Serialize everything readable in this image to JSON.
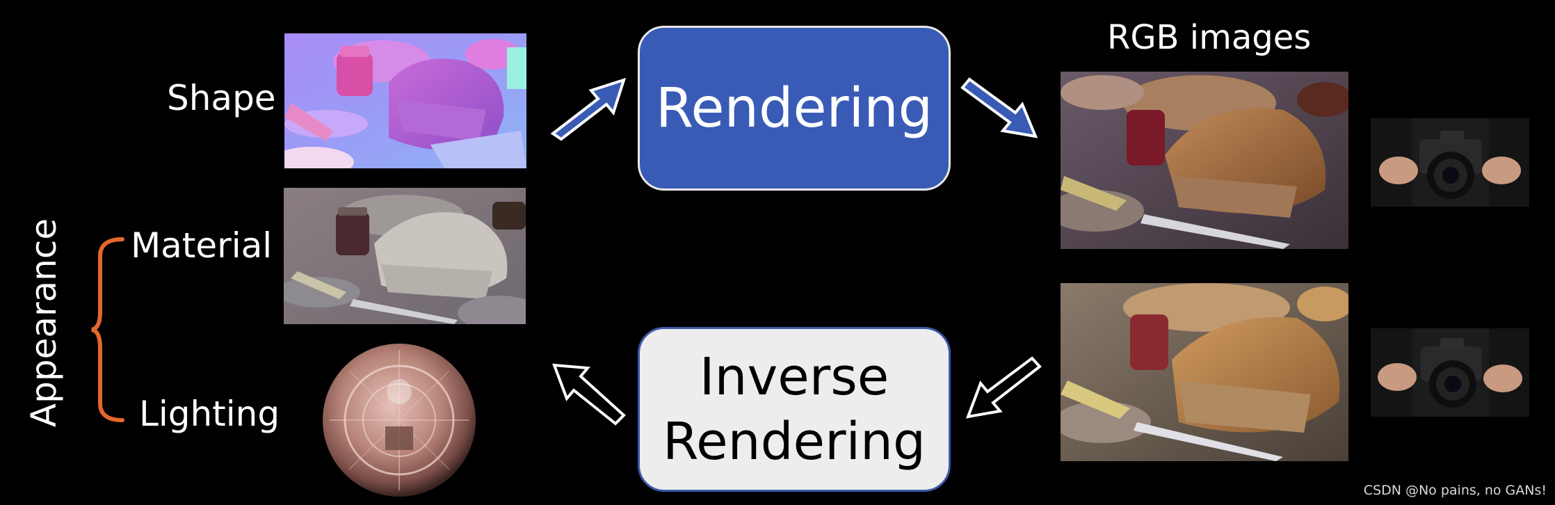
{
  "labels": {
    "shape": "Shape",
    "material": "Material",
    "lighting": "Lighting",
    "appearance": "Appearance",
    "rgb_images": "RGB images"
  },
  "blocks": {
    "rendering": "Rendering",
    "inverse_line1": "Inverse",
    "inverse_line2": "Rendering"
  },
  "watermark": "CSDN @No pains, no GANs!",
  "colors": {
    "background": "#000000",
    "rendering_fill": "#3a5bb5",
    "inverse_fill": "#ededed",
    "arrow_blue": "#3a5bb5",
    "brace": "#e4672e"
  },
  "images": [
    {
      "name": "shape-normal-map",
      "icon": "normal-map-image"
    },
    {
      "name": "material-albedo",
      "icon": "albedo-image"
    },
    {
      "name": "lighting-env-sphere",
      "icon": "env-map-sphere"
    },
    {
      "name": "rgb-image-1",
      "icon": "photo-bread"
    },
    {
      "name": "rgb-image-2",
      "icon": "photo-bread"
    },
    {
      "name": "camera-photo-1",
      "icon": "camera-hands"
    },
    {
      "name": "camera-photo-2",
      "icon": "camera-hands"
    }
  ]
}
